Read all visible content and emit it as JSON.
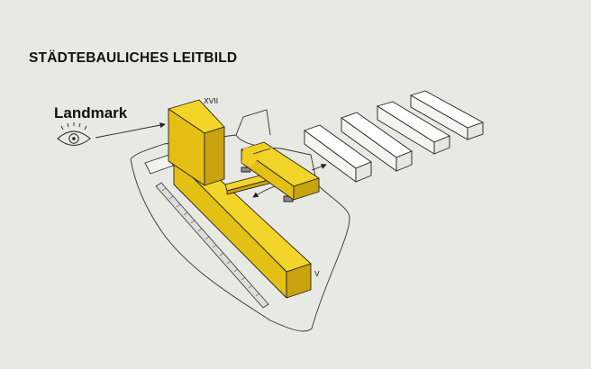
{
  "title": "STÄDTEBAULICHES LEITBILD",
  "landmark_label": "Landmark",
  "height_labels": {
    "tower": "XVII",
    "low_wing": "V"
  },
  "icons": [
    "eye-icon"
  ],
  "colors": {
    "background": "#e9e9e3",
    "building_top": "#f3d52a",
    "building_left": "#e4bf14",
    "building_right": "#c9a40f",
    "outline": "#222222",
    "ghost_block": "#ffffff"
  }
}
